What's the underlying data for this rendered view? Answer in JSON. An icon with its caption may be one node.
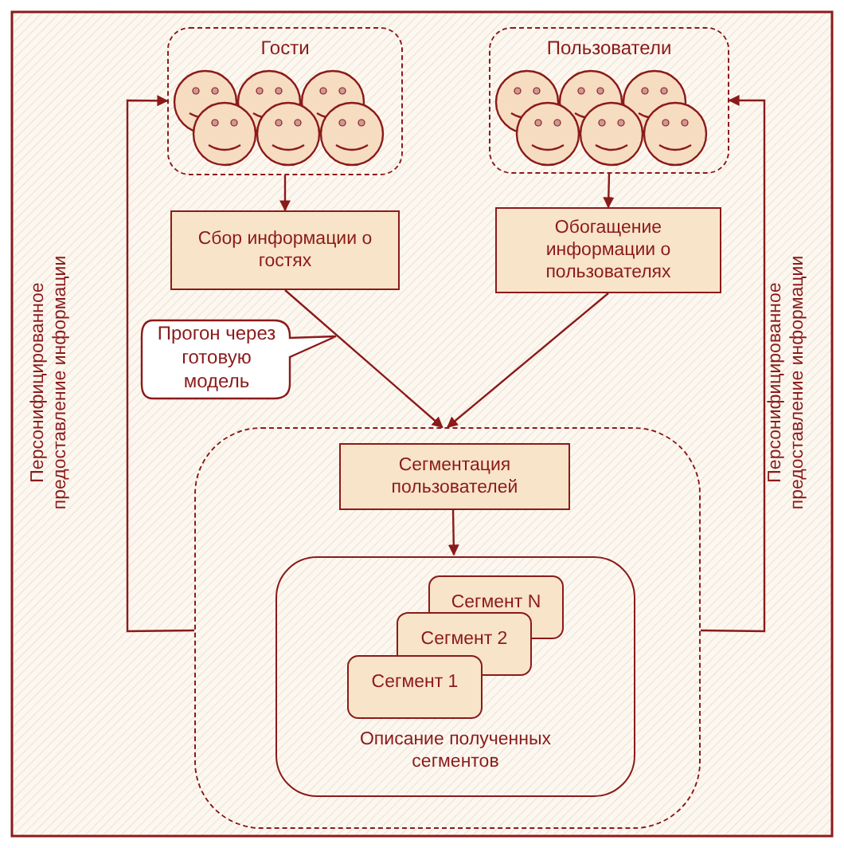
{
  "diagram": {
    "nodes": [
      {
        "text": [
          "Гости"
        ]
      },
      {
        "text": [
          "Пользователи"
        ]
      },
      {
        "text": [
          "Сбор информации о гостях"
        ]
      },
      {
        "text": [
          "Обогащение информации о пользователях"
        ]
      },
      {
        "text": [
          "Прогон через готовую модель"
        ]
      },
      {
        "text": [],
        "shape": "box"
      },
      {
        "text": [
          "Сегментация пользователей"
        ],
        "in": 5
      },
      {
        "text": [
          "Описание полученных сегментов"
        ],
        "in": 5
      },
      {
        "text": [
          "Сегмент N"
        ],
        "in": 7
      },
      {
        "text": [
          "Сегмент 2"
        ],
        "in": 7
      },
      {
        "text": [
          "Сегмент 1"
        ],
        "in": 7
      }
    ],
    "edges": [
      {
        "from": 0,
        "to": 2,
        "arrow": "to"
      },
      {
        "from": 1,
        "to": 3,
        "arrow": "to"
      },
      {
        "from": 2,
        "to": 5,
        "arrow": "to"
      },
      {
        "from": 3,
        "to": 5,
        "arrow": "to"
      },
      {
        "from": 6,
        "to": 7,
        "arrow": "to"
      },
      {
        "from": 5,
        "to": 0,
        "arrow": "to",
        "label": "Персонифицированное предоставление информации"
      },
      {
        "from": 5,
        "to": 1,
        "arrow": "to",
        "label": "Персонифицированное предоставление информации"
      }
    ]
  }
}
